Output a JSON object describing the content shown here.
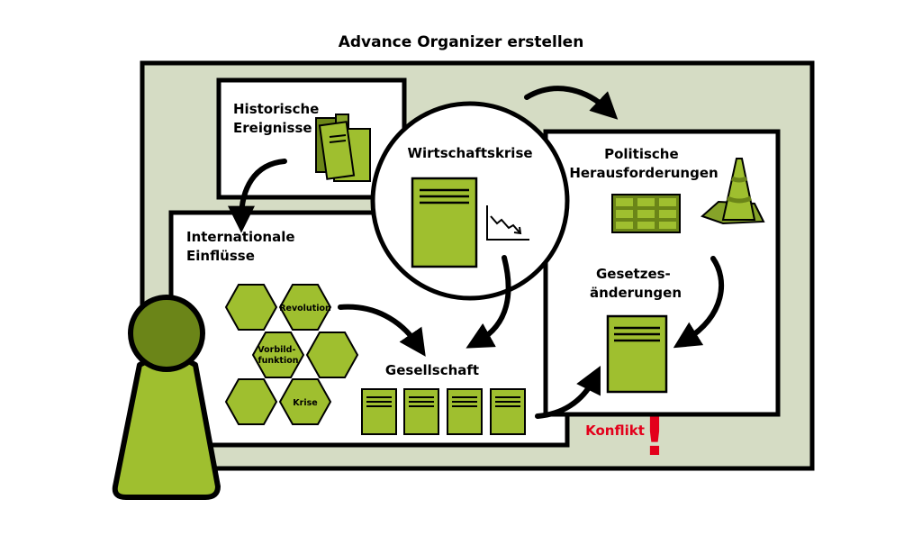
{
  "title": "Advance Organizer erstellen",
  "nodes": {
    "historische_ereignisse": [
      "Historische",
      "Ereignisse"
    ],
    "wirtschaftskrise": "Wirtschaftskrise",
    "politische_herausforderungen": [
      "Politische",
      "Herausforderungen"
    ],
    "internationale_einfluesse": [
      "Internationale",
      "Einflüsse"
    ],
    "gesetzesaenderungen": [
      "Gesetzes-",
      "änderungen"
    ],
    "gesellschaft": "Gesellschaft",
    "konflikt": "Konflikt",
    "konflikt_mark": "!"
  },
  "hexagons": {
    "revolution": "Revolution",
    "vorbild": [
      "Vorbild-",
      "funktion"
    ],
    "krise": "Krise"
  },
  "colors": {
    "background_panel": "#d5dcc4",
    "green_light": "#9fbf2f",
    "green_dark": "#6b8518",
    "green_mid": "#86a329",
    "outline": "#000000",
    "alert": "#e3001b"
  }
}
